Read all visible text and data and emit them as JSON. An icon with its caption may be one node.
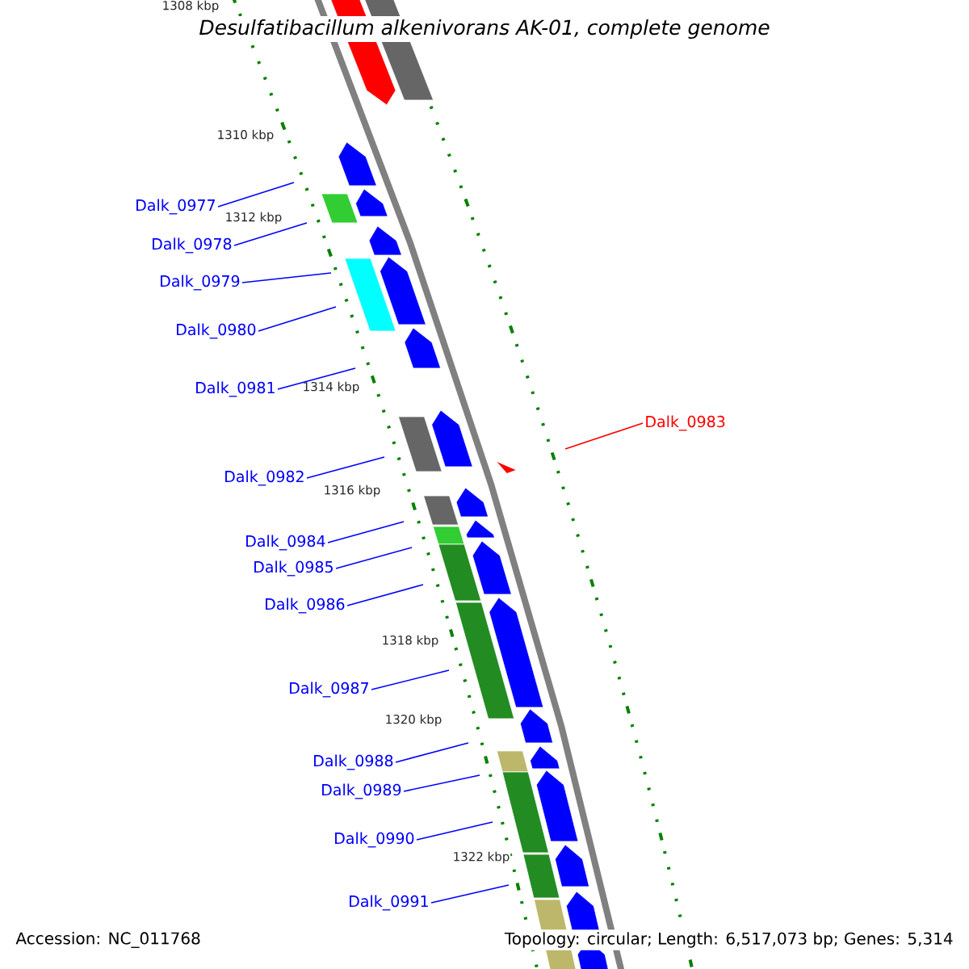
{
  "diagram": {
    "title": "*Desulfatibacillum alkenivorans* AK-01, complete genome",
    "nodes": [
      {
        "text": [
          "Dalk_0977"
        ]
      },
      {
        "text": [
          "Dalk_0978"
        ]
      },
      {
        "text": [
          "Dalk_0979"
        ]
      },
      {
        "text": [
          "Dalk_0980"
        ]
      },
      {
        "text": [
          "Dalk_0981"
        ]
      },
      {
        "text": [
          "Dalk_0982"
        ]
      },
      {
        "text": [
          "Dalk_0983"
        ]
      },
      {
        "text": [
          "Dalk_0984"
        ]
      },
      {
        "text": [
          "Dalk_0985"
        ]
      },
      {
        "text": [
          "Dalk_0986"
        ]
      },
      {
        "text": [
          "Dalk_0987"
        ]
      },
      {
        "text": [
          "Dalk_0988"
        ]
      },
      {
        "text": [
          "Dalk_0989"
        ]
      },
      {
        "text": [
          "Dalk_0990"
        ]
      },
      {
        "text": [
          "Dalk_0991"
        ]
      }
    ],
    "edges": [
      {
        "from": 0,
        "to": null,
        "arrow": "none"
      },
      {
        "from": 1,
        "to": null,
        "arrow": "none"
      },
      {
        "from": 2,
        "to": null,
        "arrow": "none"
      },
      {
        "from": 3,
        "to": null,
        "arrow": "none"
      },
      {
        "from": 4,
        "to": null,
        "arrow": "none"
      },
      {
        "from": 5,
        "to": null,
        "arrow": "none"
      },
      {
        "from": 6,
        "to": null,
        "arrow": "none",
        "color": "#ff0000"
      },
      {
        "from": 7,
        "to": null,
        "arrow": "none"
      },
      {
        "from": 8,
        "to": null,
        "arrow": "none"
      },
      {
        "from": 9,
        "to": null,
        "arrow": "none"
      },
      {
        "from": 10,
        "to": null,
        "arrow": "none"
      },
      {
        "from": 11,
        "to": null,
        "arrow": "none"
      },
      {
        "from": 12,
        "to": null,
        "arrow": "none"
      },
      {
        "from": 13,
        "to": null,
        "arrow": "none"
      },
      {
        "from": 14,
        "to": null,
        "arrow": "none"
      }
    ],
    "labels": [
      "1308 kbp",
      "1310 kbp",
      "1312 kbp",
      "1314 kbp",
      "1316 kbp",
      "1318 kbp",
      "1320 kbp",
      "1322 kbp",
      "Accession: NC_011768",
      "Topology: circular; Length: 6,517,073 bp; Genes: 5,314"
    ]
  }
}
